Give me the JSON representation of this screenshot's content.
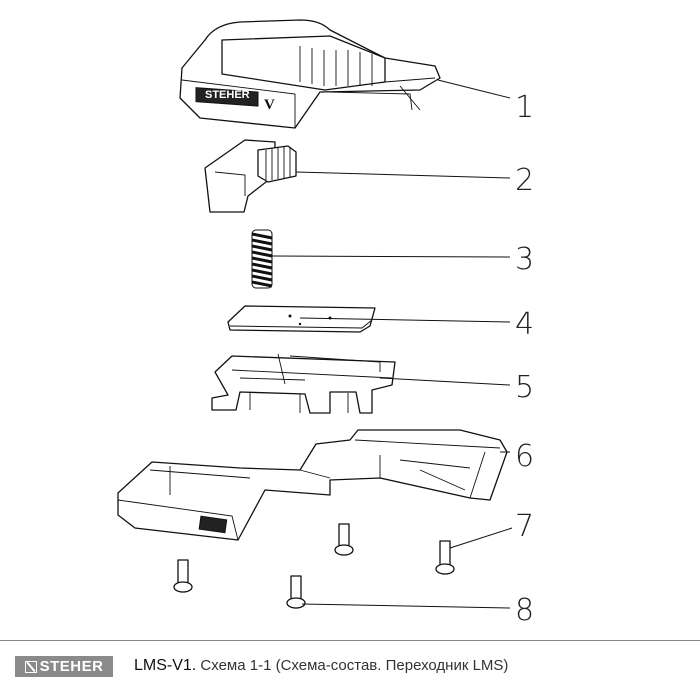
{
  "diagram": {
    "logo_text_on_part": "STEHER",
    "labels": [
      "1",
      "2",
      "3",
      "4",
      "5",
      "6",
      "7",
      "8"
    ]
  },
  "footer": {
    "brand": "STEHER",
    "model": "LMS-V1.",
    "caption": " Схема 1-1 (Схема-состав. Переходник LMS)"
  }
}
